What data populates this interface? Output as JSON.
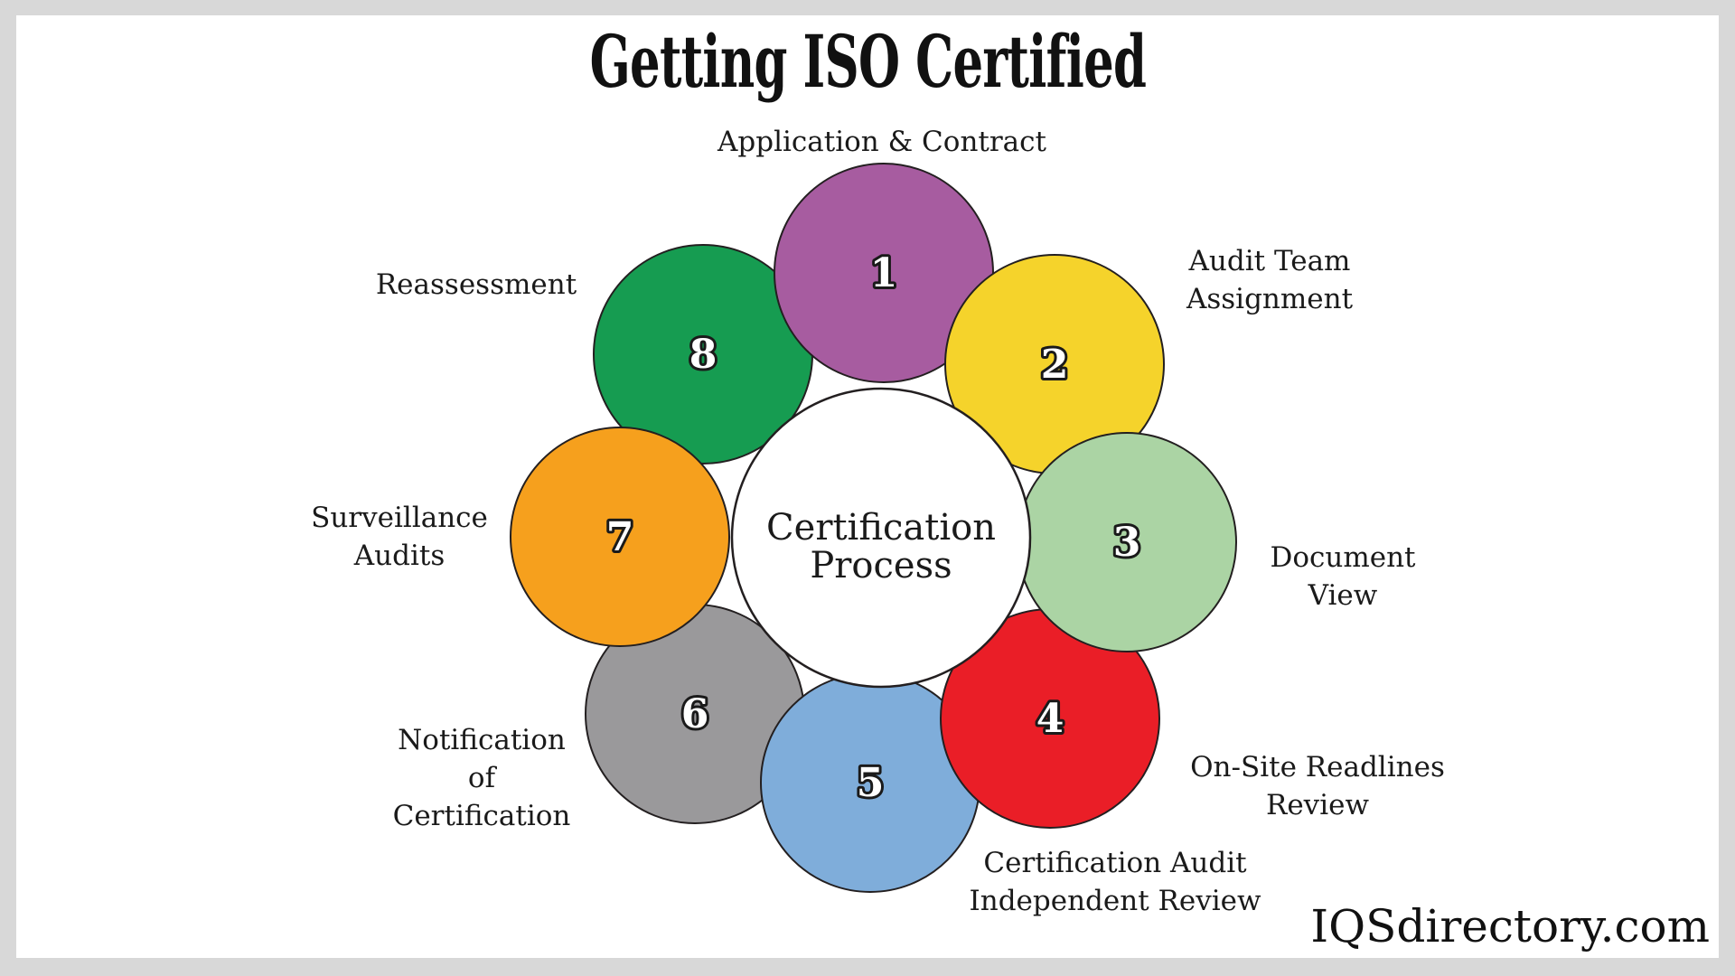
{
  "title": "Getting ISO Certified",
  "center_label": {
    "line1": "Certification",
    "line2": "Process"
  },
  "steps": [
    {
      "number": "1",
      "label": "Application & Contract",
      "label_lines": [
        "Application & Contract"
      ],
      "color": "#a75ca0"
    },
    {
      "number": "2",
      "label": "Audit Team Assignment",
      "label_lines": [
        "Audit Team",
        "Assignment"
      ],
      "color": "#f5d32b"
    },
    {
      "number": "3",
      "label": "Document View",
      "label_lines": [
        "Document",
        "View"
      ],
      "color": "#abd4a4"
    },
    {
      "number": "4",
      "label": "On-Site Readlines Review",
      "label_lines": [
        "On-Site Readlines",
        "Review"
      ],
      "color": "#ea1e27"
    },
    {
      "number": "5",
      "label": "Certification Audit Independent Review",
      "label_lines": [
        "Certification Audit",
        "Independent Review"
      ],
      "color": "#7fadda"
    },
    {
      "number": "6",
      "label": "Notification of Certification",
      "label_lines": [
        "Notification",
        "of",
        "Certification"
      ],
      "color": "#9a999b"
    },
    {
      "number": "7",
      "label": "Surveillance Audits",
      "label_lines": [
        "Surveillance",
        "Audits"
      ],
      "color": "#f6a01d"
    },
    {
      "number": "8",
      "label": "Reassessment",
      "label_lines": [
        "Reassessment"
      ],
      "color": "#169c51"
    }
  ],
  "watermark": "IQSdirectory.com",
  "styles": {
    "petal_outline": "#231f20",
    "frame_background": "#d8d8d8",
    "panel_background": "#ffffff",
    "text_color": "#1a1a1a"
  }
}
